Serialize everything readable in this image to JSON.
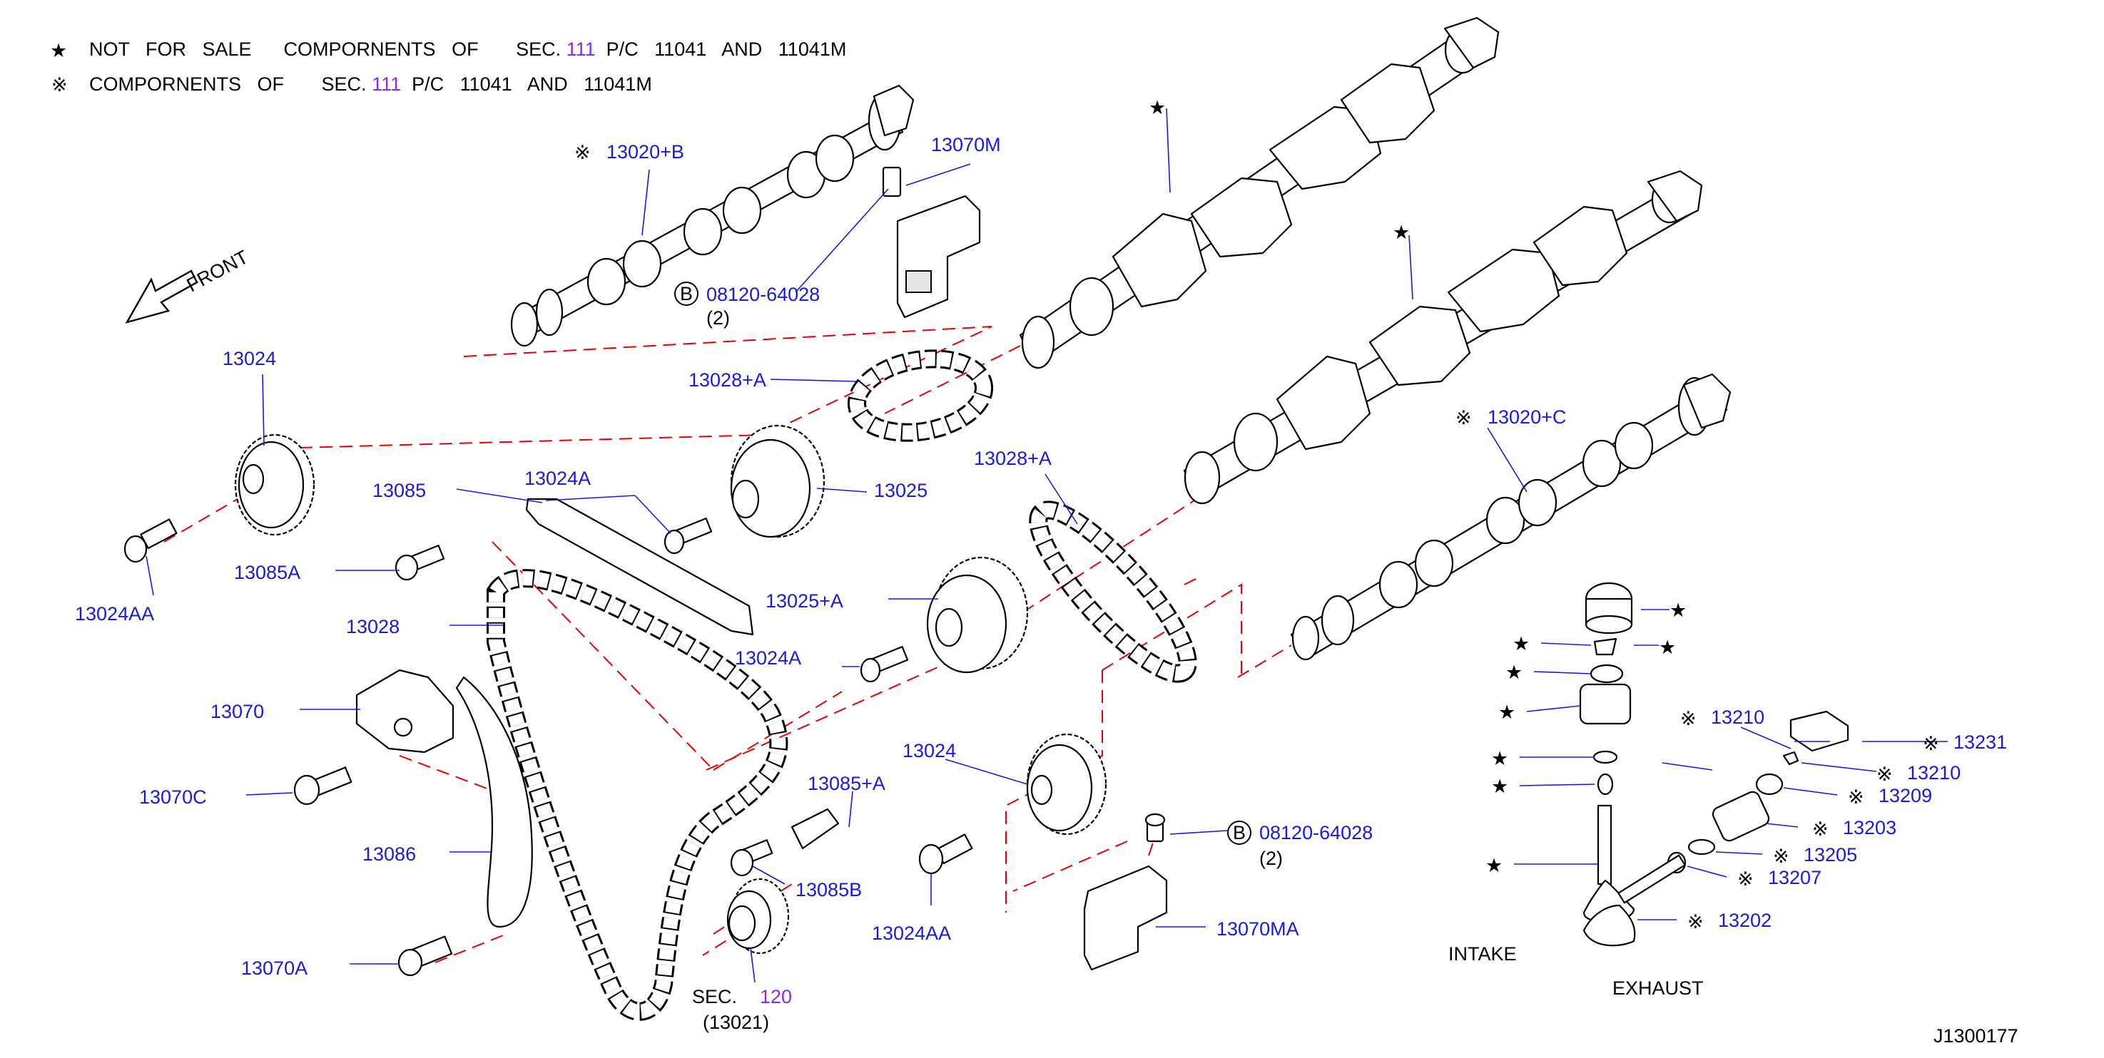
{
  "legend": {
    "line1": {
      "symbol": "★",
      "pre": "NOT   FOR   SALE      COMPORNENTS   OF       SEC.",
      "sec": "111",
      "post": "P/C   11041   AND   11041M"
    },
    "line2": {
      "symbol": "※",
      "pre": "COMPORNENTS   OF       SEC.",
      "sec": "111",
      "post": "P/C   11041   AND   11041M"
    }
  },
  "front_label": "FRONT",
  "diagram_id": "J1300177",
  "labels": {
    "p13020b": "13020+B",
    "p13070m": "13070M",
    "p08120_top": "08120-64028",
    "p08120_top_qty": "(2)",
    "p13024_top": "13024",
    "p13028a_top": "13028+A",
    "p13085": "13085",
    "p13024a_top": "13024A",
    "p13025": "13025",
    "p13028a_mid": "13028+A",
    "p13020c": "13020+C",
    "p13085a": "13085A",
    "p13024aa_top": "13024AA",
    "p13028": "13028",
    "p13025a": "13025+A",
    "p13024a_mid": "13024A",
    "p13070": "13070",
    "p13070c": "13070C",
    "p13085plusa": "13085+A",
    "p13024_bot": "13024",
    "p08120_bot": "08120-64028",
    "p08120_bot_qty": "(2)",
    "p13086": "13086",
    "p13085b": "13085B",
    "p13024aa_bot": "13024AA",
    "p13070ma": "13070MA",
    "p13070a": "13070A",
    "sec_label": "SEC.",
    "sec_num": "120",
    "sec_sub": "(13021)",
    "p13210_a": "13210",
    "p13231": "13231",
    "p13210_b": "13210",
    "p13209": "13209",
    "p13203": "13203",
    "p13205": "13205",
    "p13207": "13207",
    "p13202": "13202",
    "intake": "INTAKE",
    "exhaust": "EXHAUST",
    "bolt_mark": "B"
  },
  "symbols": {
    "star": "★",
    "kome": "※"
  },
  "colors": {
    "label": "#1a1adb",
    "section_ref": "#8a2be2",
    "dashed_line": "#e60000",
    "outline": "#000000"
  }
}
